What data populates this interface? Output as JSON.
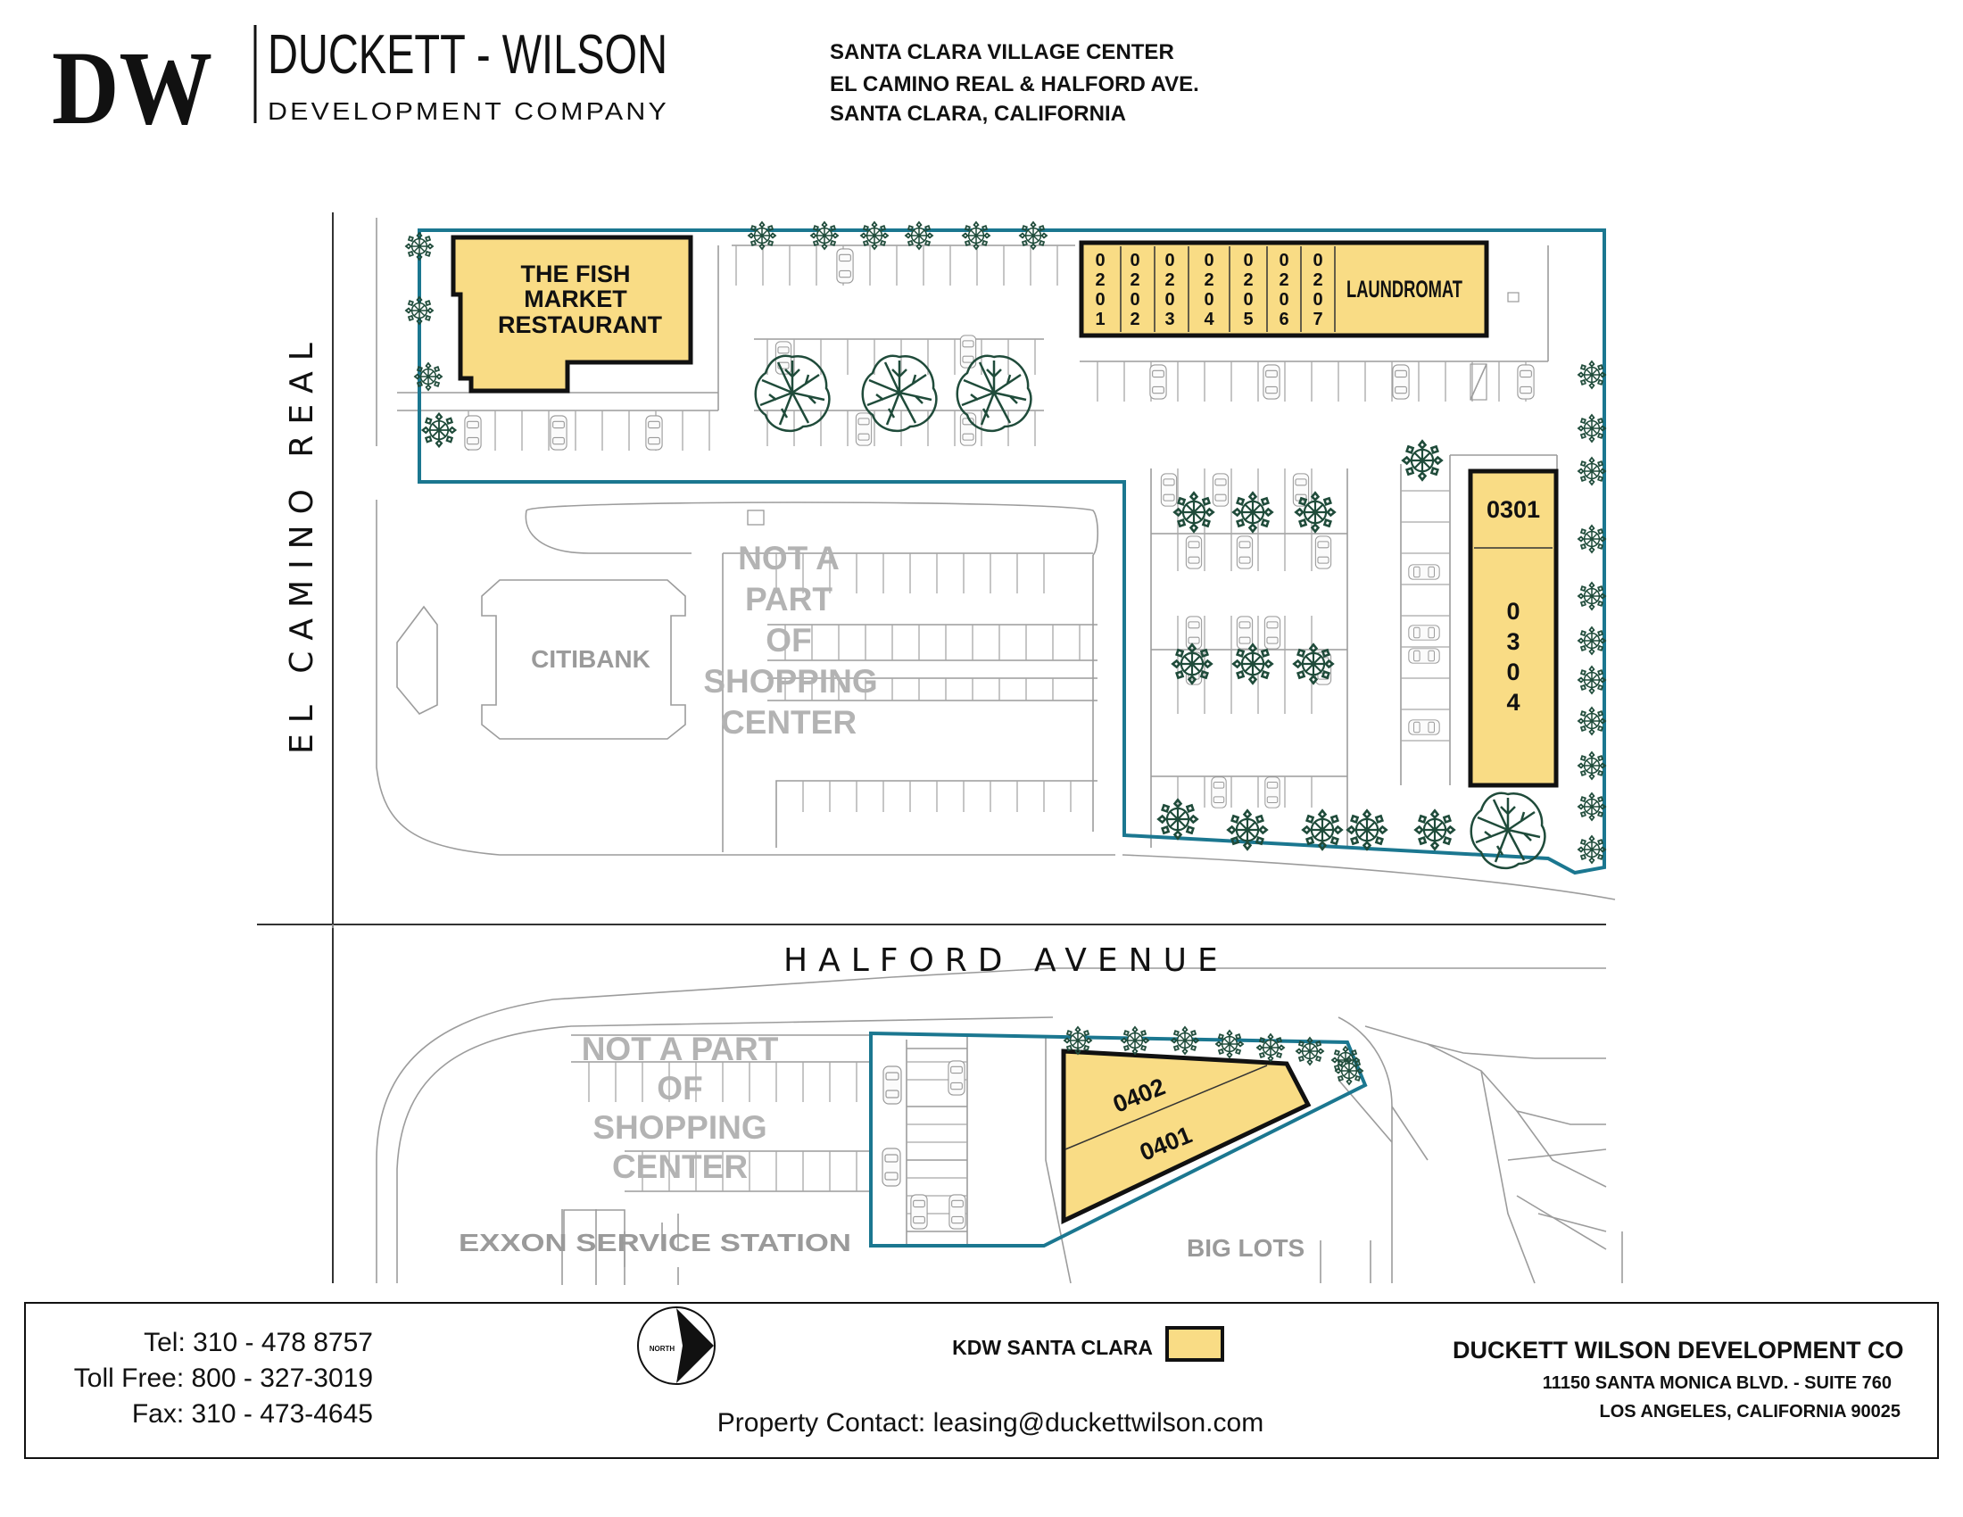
{
  "header": {
    "logo_letters": "DW",
    "company_name": "DUCKETT - WILSON",
    "company_sub": "DEVELOPMENT COMPANY",
    "project_title": "SANTA CLARA VILLAGE CENTER",
    "project_address": "EL CAMINO REAL & HALFORD AVE.",
    "project_city": "SANTA CLARA,  CALIFORNIA"
  },
  "streets": {
    "el_camino": "EL CAMINO REAL",
    "halford": "HALFORD AVENUE"
  },
  "tenants": {
    "fish_market_line1": "THE FISH",
    "fish_market_line2": "MARKET",
    "fish_market_line3": "RESTAURANT",
    "strip_units": [
      {
        "label": "0201",
        "digits": [
          "0",
          "2",
          "0",
          "1"
        ]
      },
      {
        "label": "0202",
        "digits": [
          "0",
          "2",
          "0",
          "2"
        ]
      },
      {
        "label": "0203",
        "digits": [
          "0",
          "2",
          "0",
          "3"
        ]
      },
      {
        "label": "0204",
        "digits": [
          "0",
          "2",
          "0",
          "4"
        ]
      },
      {
        "label": "0205",
        "digits": [
          "0",
          "2",
          "0",
          "5"
        ]
      },
      {
        "label": "0206",
        "digits": [
          "0",
          "2",
          "0",
          "6"
        ]
      },
      {
        "label": "0207",
        "digits": [
          "0",
          "2",
          "0",
          "7"
        ]
      }
    ],
    "laundromat": "LAUNDROMAT",
    "unit_0301": "0301",
    "unit_0304_digits": [
      "0",
      "3",
      "0",
      "4"
    ],
    "unit_0402": "0402",
    "unit_0401": "0401"
  },
  "not_part": {
    "north_lines": [
      "NOT A",
      "PART",
      "OF",
      "SHOPPING",
      "CENTER"
    ],
    "south_lines": [
      "NOT A PART",
      "OF",
      "SHOPPING",
      "CENTER"
    ]
  },
  "neighbors": {
    "citibank": "CITIBANK",
    "exxon": "EXXON SERVICE STATION",
    "big_lots": "BIG LOTS"
  },
  "footer": {
    "tel": "Tel: 310 - 478 8757",
    "toll_free": "Toll Free: 800 - 327-3019",
    "fax": "Fax: 310 - 473-4645",
    "north_label": "NORTH",
    "legend_label": "KDW SANTA CLARA",
    "contact": "Property Contact: leasing@duckettwilson.com",
    "company": "DUCKETT WILSON DEVELOPMENT CO",
    "address1": "11150 SANTA MONICA BLVD. - SUITE 760",
    "address2": "LOS ANGELES, CALIFORNIA 90025"
  },
  "colors": {
    "tenant_fill": "#f9dc85",
    "boundary": "#1b7790",
    "ghost_text": "#b3b3b3"
  }
}
